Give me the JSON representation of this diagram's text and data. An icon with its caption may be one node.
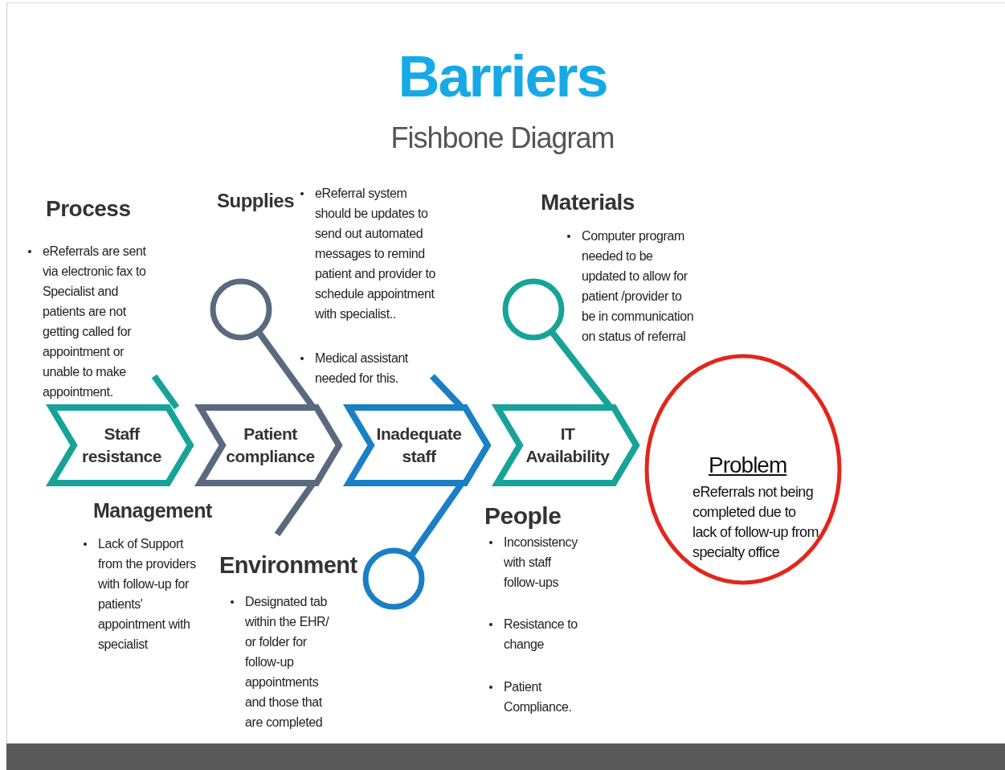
{
  "diagram": {
    "title": "Barriers",
    "nodes": [
      {
        "text": [
          "Staff resistance"
        ]
      },
      {
        "text": [
          "Patient compliance"
        ]
      },
      {
        "text": [
          "Inadequate staff"
        ]
      },
      {
        "text": [
          "IT Availability"
        ]
      },
      {
        "text": [
          "Problem",
          "eReferrals not being completed due to lack of follow-up from specialty office"
        ]
      }
    ],
    "edges": [],
    "labels": [
      "Fishbone Diagram",
      "Process",
      "eReferrals are sent via electronic fax to Specialist and patients are not getting called for appointment or unable to make appointment.",
      "Supplies",
      "eReferral system should be updates to send out automated messages to remind patient and provider to schedule appointment with specialist..",
      "Medical assistant needed for this.",
      "Materials",
      "Computer program needed to be updated to allow for patient /provider to be in communication on status of referral",
      "Management",
      "Lack of Support from the providers with follow-up for patients' appointment with specialist",
      "Environment",
      "Designated tab within the EHR/ or folder for follow-up appointments and those that are completed",
      "People",
      "Inconsistency with staff follow-ups",
      "Resistance to change",
      "Patient Compliance."
    ]
  }
}
